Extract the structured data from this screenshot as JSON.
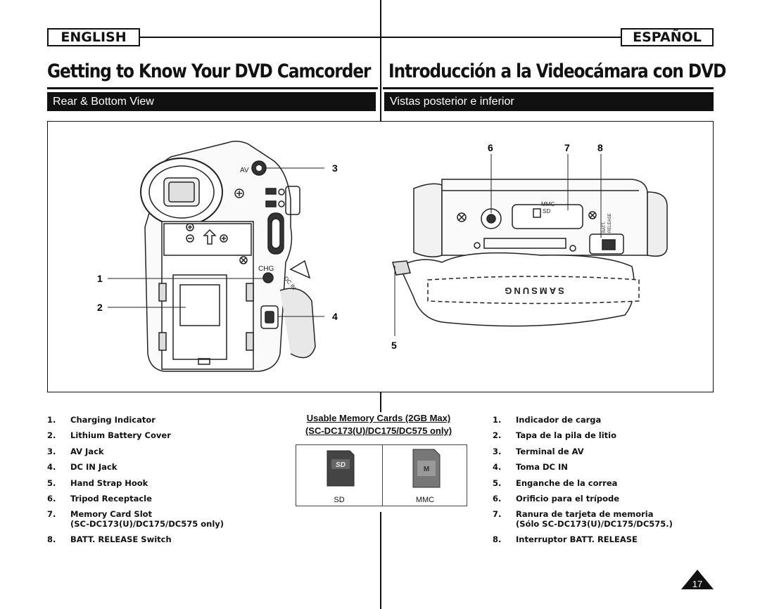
{
  "header": {
    "lang_en": "ENGLISH",
    "lang_es": "ESPAÑOL",
    "title_en": "Getting to Know Your DVD Camcorder",
    "title_es": "Introducción a la Videocámara con DVD",
    "section_en": "Rear & Bottom View",
    "section_es": "Vistas posterior e inferior"
  },
  "figure": {
    "callouts": [
      "1",
      "2",
      "3",
      "4",
      "5",
      "6",
      "7",
      "8"
    ],
    "camera_labels": {
      "av": "AV",
      "chg": "CHG",
      "dc_in": "DC IN",
      "mmc": "MMC",
      "sd": "SD",
      "batt": "BATT.",
      "release": "RELEASE",
      "brand": "SAMSUNG"
    }
  },
  "list_en": [
    {
      "num": "1.",
      "text": "Charging Indicator"
    },
    {
      "num": "2.",
      "text": "Lithium Battery Cover"
    },
    {
      "num": "3.",
      "text": "AV Jack"
    },
    {
      "num": "4.",
      "text": "DC IN Jack"
    },
    {
      "num": "5.",
      "text": "Hand Strap Hook"
    },
    {
      "num": "6.",
      "text": "Tripod Receptacle"
    },
    {
      "num": "7.",
      "text": "Memory Card Slot",
      "text2": "(SC-DC173(U)/DC175/DC575 only)"
    },
    {
      "num": "8.",
      "text": "BATT. RELEASE Switch"
    }
  ],
  "list_es": [
    {
      "num": "1.",
      "text": "Indicador de carga"
    },
    {
      "num": "2.",
      "text": "Tapa de la pila de litio"
    },
    {
      "num": "3.",
      "text": "Terminal de AV"
    },
    {
      "num": "4.",
      "text": "Toma DC IN"
    },
    {
      "num": "5.",
      "text": "Enganche de la correa"
    },
    {
      "num": "6.",
      "text": "Orificio para el trípode"
    },
    {
      "num": "7.",
      "text": "Ranura de tarjeta de memoria",
      "text2": "(Sólo SC-DC173(U)/DC175/DC575.)"
    },
    {
      "num": "8.",
      "text": "Interruptor BATT. RELEASE"
    }
  ],
  "memory": {
    "title1": "Usable Memory Cards (2GB Max)",
    "title2": "(SC-DC173(U)/DC175/DC575 only)",
    "sd": "SD",
    "mmc": "MMC"
  },
  "page_number": "17"
}
